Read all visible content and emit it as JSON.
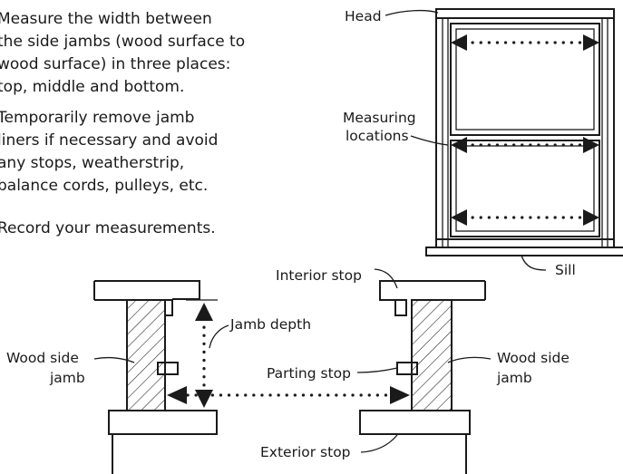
{
  "instructions": [
    {
      "lines": [
        "Measure the width between",
        "the side jambs (wood surface to",
        "wood surface) in three places:",
        "top, middle and bottom."
      ]
    },
    {
      "lines": [
        "Temporarily remove jamb",
        "liners if necessary and avoid",
        "any stops, weatherstrip,",
        "balance cords, pulleys, etc."
      ]
    },
    {
      "lines": [
        "Record your measurements."
      ]
    }
  ],
  "window_diagram": {
    "head_label": "Head",
    "measuring_label_line1": "Measuring",
    "measuring_label_line2": "locations",
    "sill_label": "Sill"
  },
  "section_diagram": {
    "interior_stop_label": "Interior stop",
    "jamb_depth_label": "Jamb depth",
    "wood_side_jamb_left_line1": "Wood side",
    "wood_side_jamb_left_line2": "jamb",
    "wood_side_jamb_right_line1": "Wood side",
    "wood_side_jamb_right_line2": "jamb",
    "parting_stop_label": "Parting stop",
    "exterior_stop_label": "Exterior stop"
  }
}
